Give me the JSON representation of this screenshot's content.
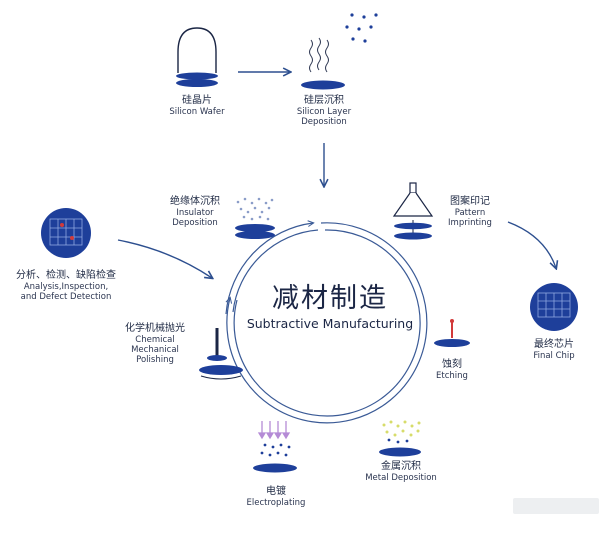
{
  "center": {
    "zh": "减材制造",
    "en": "Subtractive Manufacturing"
  },
  "steps": {
    "silicon_wafer": {
      "zh": "硅晶片",
      "en": [
        "Silicon Wafer"
      ]
    },
    "silicon_layer_deposition": {
      "zh": "硅层沉积",
      "en": [
        "Silicon Layer",
        "Deposition"
      ]
    },
    "insulator_deposition": {
      "zh": "绝缘体沉积",
      "en": [
        "Insulator",
        "Deposition"
      ]
    },
    "pattern_imprinting": {
      "zh": "图案印记",
      "en": [
        "Pattern",
        "Imprinting"
      ]
    },
    "final_chip": {
      "zh": "最终芯片",
      "en": [
        "Final Chip"
      ]
    },
    "analysis": {
      "zh": "分析、检测、缺陷检查",
      "en": [
        "Analysis,Inspection,",
        "and Defect Detection"
      ]
    },
    "cmp": {
      "zh": "化学机械抛光",
      "en": [
        "Chemical",
        "Mechanical",
        "Polishing"
      ]
    },
    "etching": {
      "zh": "蚀刻",
      "en": [
        "Etching"
      ]
    },
    "metal_deposition": {
      "zh": "金属沉积",
      "en": [
        "Metal Deposition"
      ]
    },
    "electroplating": {
      "zh": "电镀",
      "en": [
        "Electroplating"
      ]
    }
  },
  "icons": [
    "bell-jar-wafer-icon",
    "deposition-wafer-icon",
    "insulator-wafer-icon",
    "pattern-lamp-icon",
    "final-chip-icon",
    "inspection-chip-icon",
    "polishing-spindle-icon",
    "etching-laser-icon",
    "metal-deposition-icon",
    "electroplating-icon",
    "cycle-arrows-icon"
  ],
  "colors": {
    "primary": "#1e3f9a",
    "dark": "#1b2645",
    "line": "#2d4f8f",
    "accent_red": "#d23a3a",
    "accent_yellow": "#d7dc6a",
    "accent_purple": "#b58bd6"
  }
}
